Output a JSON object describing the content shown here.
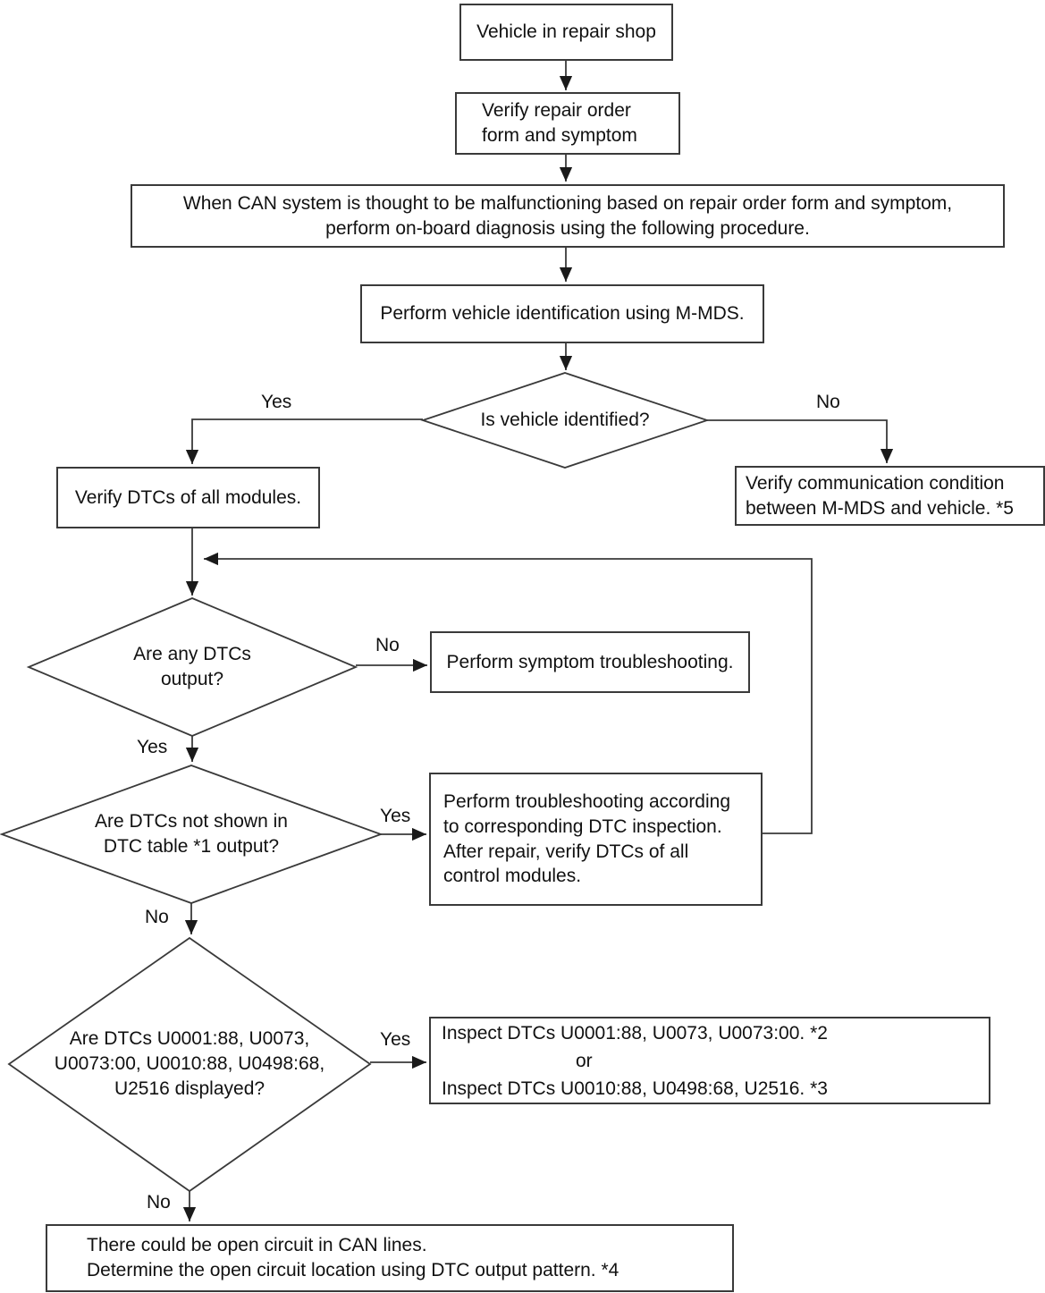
{
  "flowchart": {
    "start": "Vehicle in repair shop",
    "verify_order": "Verify repair order\nform and symptom",
    "when_can": "When CAN system is thought to be malfunctioning based on repair order form and symptom,\nperform on-board diagnosis using the following procedure.",
    "vehicle_id": "Perform vehicle identification using M-MDS.",
    "d_vehicle_identified": "Is vehicle identified?",
    "verify_dtcs": "Verify DTCs of all modules.",
    "verify_comm": "Verify communication condition\nbetween M-MDS and vehicle. *5",
    "d_any_dtcs": "Are any DTCs\noutput?",
    "symptom_troubleshooting": "Perform symptom troubleshooting.",
    "d_dtcs_not_in_table": "Are DTCs not shown in\nDTC table *1 output?",
    "dtc_troubleshooting": "Perform troubleshooting according\nto corresponding DTC inspection.\nAfter repair, verify DTCs of all\ncontrol modules.",
    "d_specific_dtcs": "Are DTCs U0001:88, U0073,\nU0073:00, U0010:88, U0498:68,\nU2516 displayed?",
    "inspect_line1": "Inspect DTCs U0001:88, U0073, U0073:00.  *2",
    "inspect_or": "or",
    "inspect_line2": "Inspect DTCs U0010:88, U0498:68, U2516.  *3",
    "open_circuit": "There could be open circuit in CAN lines.\nDetermine the open circuit location using DTC output pattern.   *4",
    "labels": {
      "yes1": "Yes",
      "no1": "No",
      "no2": "No",
      "yes2": "Yes",
      "yes3": "Yes",
      "no3": "No",
      "yes4": "Yes",
      "no4": "No"
    },
    "line_color": "#3a3a3a"
  }
}
